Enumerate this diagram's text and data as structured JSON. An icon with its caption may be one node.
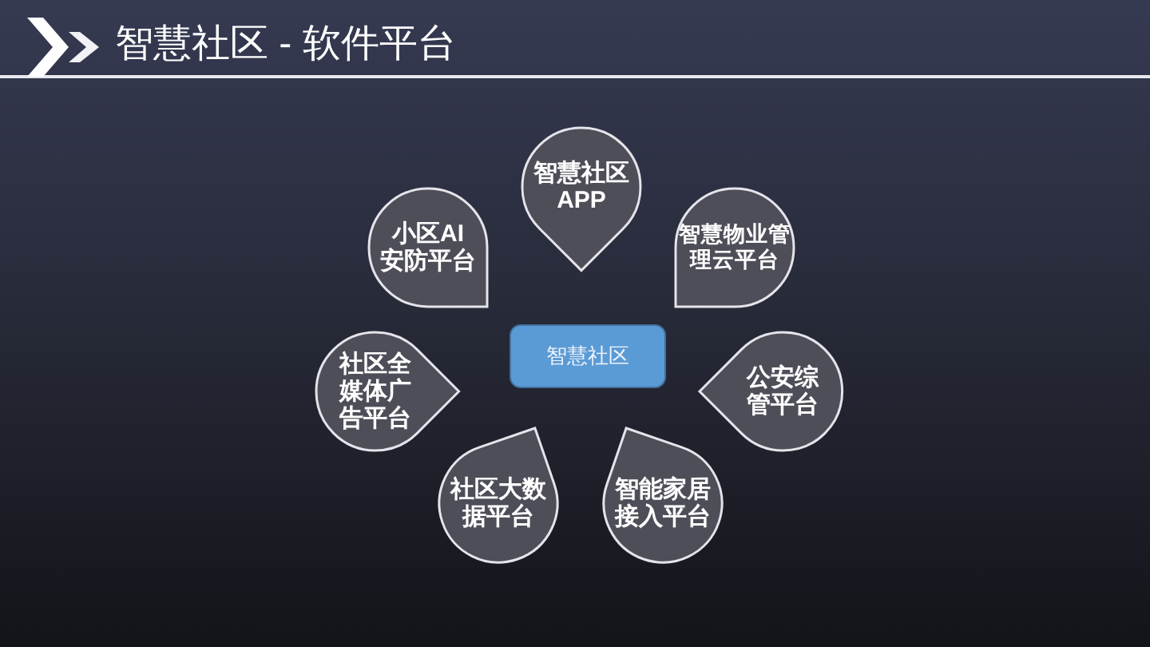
{
  "diagram": {
    "title": "智慧社区 - 软件平台",
    "nodes": [
      {
        "text": [
          "智慧社区APP"
        ]
      },
      {
        "text": [
          "小区AI安防平台"
        ]
      },
      {
        "text": [
          "智慧物业管理云平台"
        ]
      },
      {
        "text": [
          "社区全媒体广告平台"
        ]
      },
      {
        "text": [
          "智慧社区"
        ]
      },
      {
        "text": [
          "公安综管平台"
        ]
      },
      {
        "text": [
          "社区大数据平台"
        ]
      },
      {
        "text": [
          "智能家居接入平台"
        ]
      }
    ]
  }
}
